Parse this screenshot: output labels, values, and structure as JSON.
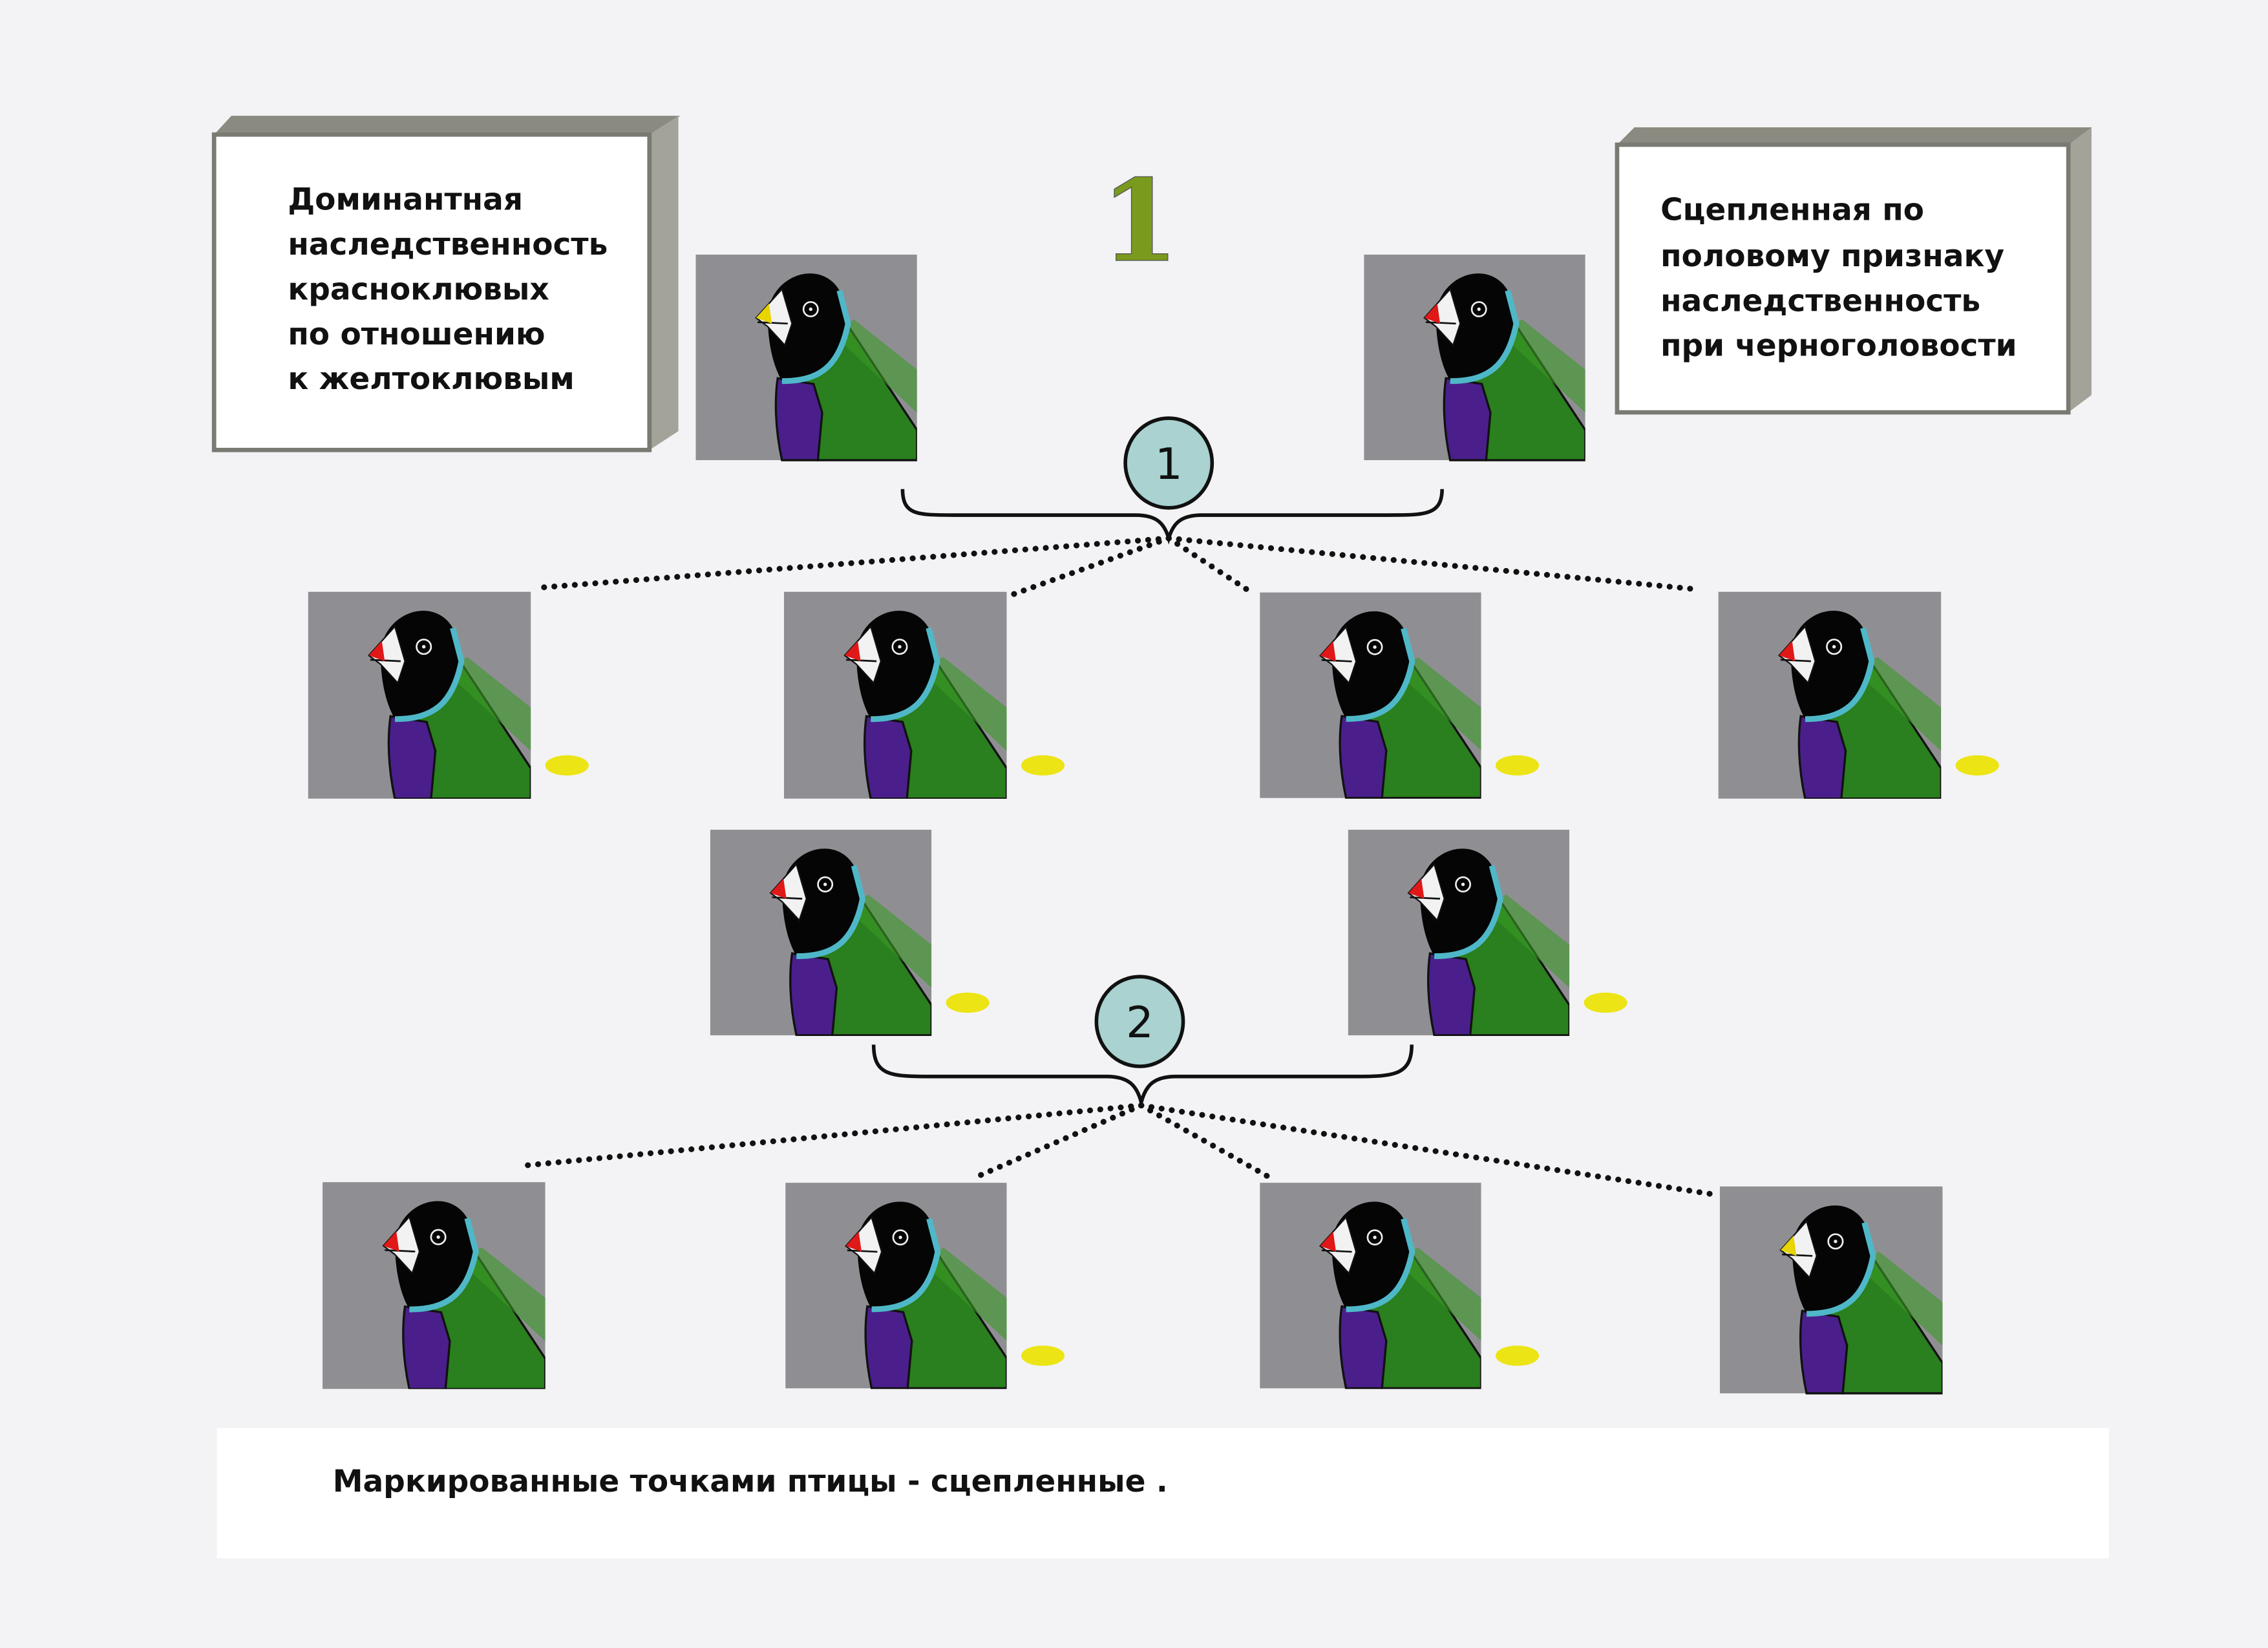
{
  "colors": {
    "red_beak": "#e01818",
    "yellow_beak": "#e8d400",
    "marker": "#ece414",
    "badge": "#a9d2d0",
    "title_green": "#7a9a1e"
  },
  "title_number": "1",
  "left_box": {
    "lines": [
      "Доминантная",
      "наследственность",
      "красноклювых",
      "по отношению",
      "к желтоклювым"
    ]
  },
  "right_box": {
    "lines": [
      "Сцепленная по",
      "половому  признаку",
      "наследственность",
      "при  черноголовости"
    ]
  },
  "badges": [
    "1",
    "2"
  ],
  "footer_note": "Маркированные точками птицы  - сцепленные .",
  "birds": {
    "parents": [
      {
        "beak": "yellow",
        "marked": false
      },
      {
        "beak": "red",
        "marked": false
      }
    ],
    "generation1": [
      {
        "beak": "red",
        "marked": true
      },
      {
        "beak": "red",
        "marked": true
      },
      {
        "beak": "red",
        "marked": true
      },
      {
        "beak": "red",
        "marked": true
      }
    ],
    "pairing2": [
      {
        "beak": "red",
        "marked": true
      },
      {
        "beak": "red",
        "marked": true
      }
    ],
    "generation2": [
      {
        "beak": "red",
        "marked": false
      },
      {
        "beak": "red",
        "marked": true
      },
      {
        "beak": "red",
        "marked": true
      },
      {
        "beak": "yellow",
        "marked": false
      }
    ]
  }
}
